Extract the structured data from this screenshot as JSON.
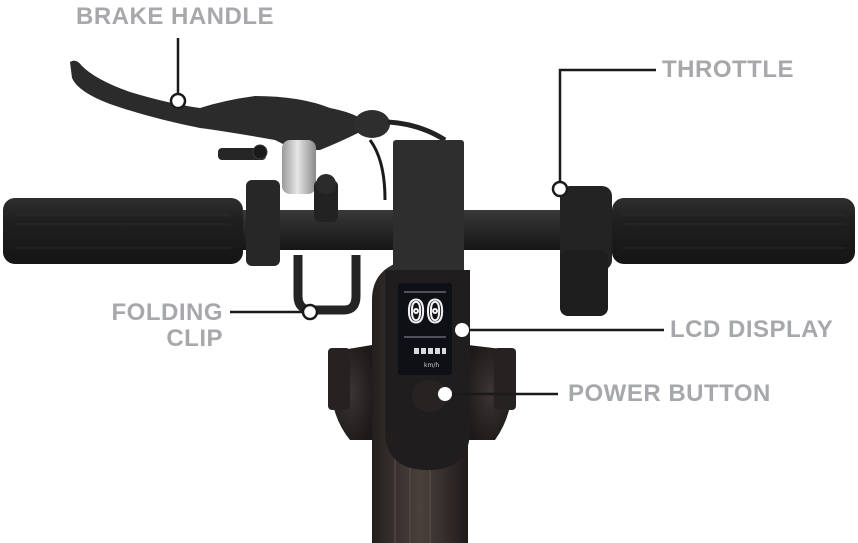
{
  "diagram": {
    "subject": "Electric scooter handlebar, top view",
    "labels": {
      "brake_handle": "BRAKE HANDLE",
      "throttle": "THROTTLE",
      "folding_clip_line1": "FOLDING",
      "folding_clip_line2": "CLIP",
      "lcd_display": "LCD DISPLAY",
      "power_button": "POWER BUTTON"
    },
    "lcd": {
      "speed_digits": "00",
      "unit_text": "km/h",
      "battery_bars": 5
    },
    "colors": {
      "label_gray": "#a6a8ab",
      "leader_line": "#1a1a1a",
      "marker_fill": "#ffffff",
      "body_dark": "#2a2a2a",
      "grip_black": "#1c1c1c",
      "bell_silver": "#c9c9c9",
      "stem_brown": "#3a3230"
    }
  }
}
